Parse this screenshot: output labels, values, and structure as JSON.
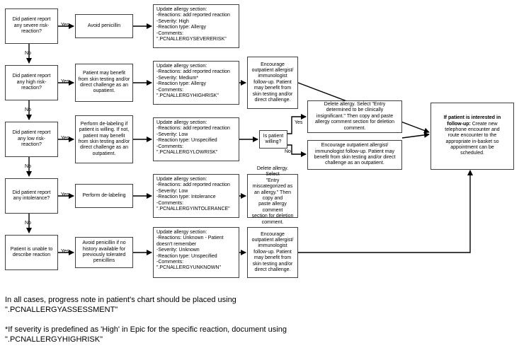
{
  "decisions": [
    {
      "text": "Did patient report\nany severe risk-\nreaction?"
    },
    {
      "text": "Did patient report\nany high risk-\nreaction?"
    },
    {
      "text": "Did patient report\nany low risk-\nreaction?"
    },
    {
      "text": "Did patient report\nany intolerance?"
    },
    {
      "text": "Patient is unable to\ndescribe reaction"
    }
  ],
  "actions": [
    {
      "text": "Avoid penicillin"
    },
    {
      "text": "Patient may benefit\nfrom skin testing and/or\ndirect challenge as an\noupatient."
    },
    {
      "text": "Perform de-labeling if\npatient is willing. If not,\npatient may benefit\nfrom skin testing and/or\ndirect challenge as an\noutpatient."
    },
    {
      "text": "Perform de-labeling"
    },
    {
      "text": "Avoid penicillin if no\nhistory available for\npreviously tolerated\npenicillins"
    }
  ],
  "allergy_updates": [
    {
      "text": "Update allergy section:\n-Reactions: add reported reaction\n-Severity: High\n-Reaction type: Allergy\n-Comments:\n\".PCNALLERGYSEVERERISK\""
    },
    {
      "text": "Update allergy section:\n-Reactions: add reported reaction\n-Severity: Medium*\n-Reaction type: Allergy\n-Comments:\n\".PCNALLERGYHIGHRISK\""
    },
    {
      "text": "Update allergy section:\n-Reactions: add reported reaction\n-Severity: Low\n-Reaction type: Unspecified\n-Comments:\n\".PCNALLERGYLOWRISK\""
    },
    {
      "text": "Update allergy section:\n-Reactions: add reported reaction\n-Severity: Low\n-Reaction type: Intolerance\n-Comments:\n\".PCNALLERGYINTOLERANCE\""
    },
    {
      "text": "Update allergy section:\n-Reactions: Unknown - Patient\ndoesn't remember\n-Severity: Unknown\n-Reaction type: Unspecified\n-Comments:\n\".PCNALLERGYUNKNOWN\""
    }
  ],
  "encourage_high": "Encourage\noutpatient allergist/\nimmunologist\nfollow-up. Patient\nmay benefit from\nskin testing and/or\ndirect challenge.",
  "patient_willing": "Is patient\nwilling?",
  "delete_insignificant": "Delete allergy. Select \"Entry\ndetermined to be clinically\ninsignificant.\" Then copy and paste\nallergy comment section for deletion\ncomment.",
  "encourage_low": "Encourage outpatient allergist/\nimmunologist follow-up. Patient may\nbenefit from skin testing and/or direct\nchallenge as an outpatient.",
  "delete_miscategorized": "Delete allergy. Select\n\"Entry miscategorized as\nan allergy.\" Then copy and\npaste allergy comment\nsection for deletion\ncomment.",
  "encourage_unknown": "Encourage\noutpatient allergist/\nimmunologist\nfollow-up. Patient\nmay benefit from\nskin testing and/or\ndirect challenge.",
  "followup": {
    "bold": "If patient is interested in\nfollow-up:",
    "rest": " Create new\ntelephone encounter and\nroute encounter to the\nappropriate in-basket so\nappointment can be\nscheduled."
  },
  "labels": {
    "yes": "Yes",
    "no": "No"
  },
  "notes": {
    "note1": "In all cases, progress note in patient's chart should be placed using\n\".PCNALLERGYASSESSMENT\"",
    "note2": "*If severity is predefined as 'High' in Epic for the specific reaction, document using\n\".PCNALLERGYHIGHRISK\""
  }
}
